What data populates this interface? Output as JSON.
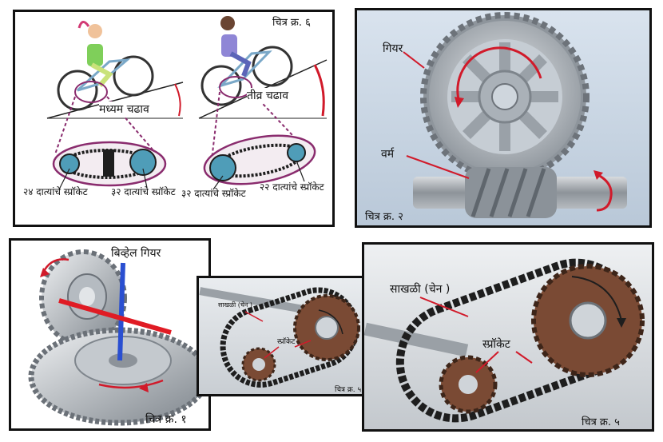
{
  "panel6": {
    "caption": "चित्र क्र. ६",
    "moderate_slope": "मध्यम चढाव",
    "steep_slope": "तीव्र चढाव",
    "left_front_sprocket": "२४ दात्यांचे स्प्रॉकेट",
    "left_rear_sprocket": "३२ दात्यांचे स्प्रॉकेट",
    "right_front_sprocket": "३२ दात्यांचे स्प्रॉकेट",
    "right_rear_sprocket": "२२ दात्यांचे स्प्रॉकेट"
  },
  "panel2": {
    "caption": "चित्र क्र. २",
    "gear_label": "गियर",
    "worm_label": "वर्म"
  },
  "panel1": {
    "caption": "चित्र क्र. १",
    "bevel_label": "बिव्हेल गियर"
  },
  "panel5a": {
    "caption": "चित्र क्र. ५",
    "chain_label": "साखळी (चेन )",
    "sprocket_label": "स्प्रॉकेट"
  },
  "panel5b": {
    "caption": "चित्र क्र. ५",
    "chain_label": "साखळी (चेन )",
    "sprocket_label": "स्प्रॉकेट"
  },
  "colors": {
    "panel_border": "#111111",
    "red_arrow": "#d11a2a",
    "dashed_purple": "#8a2c6e",
    "chain": "#1e1e1e",
    "sprocket": "#7a4a34",
    "worm_bg": "#cdd9e6",
    "steel": "#a7adb4"
  }
}
